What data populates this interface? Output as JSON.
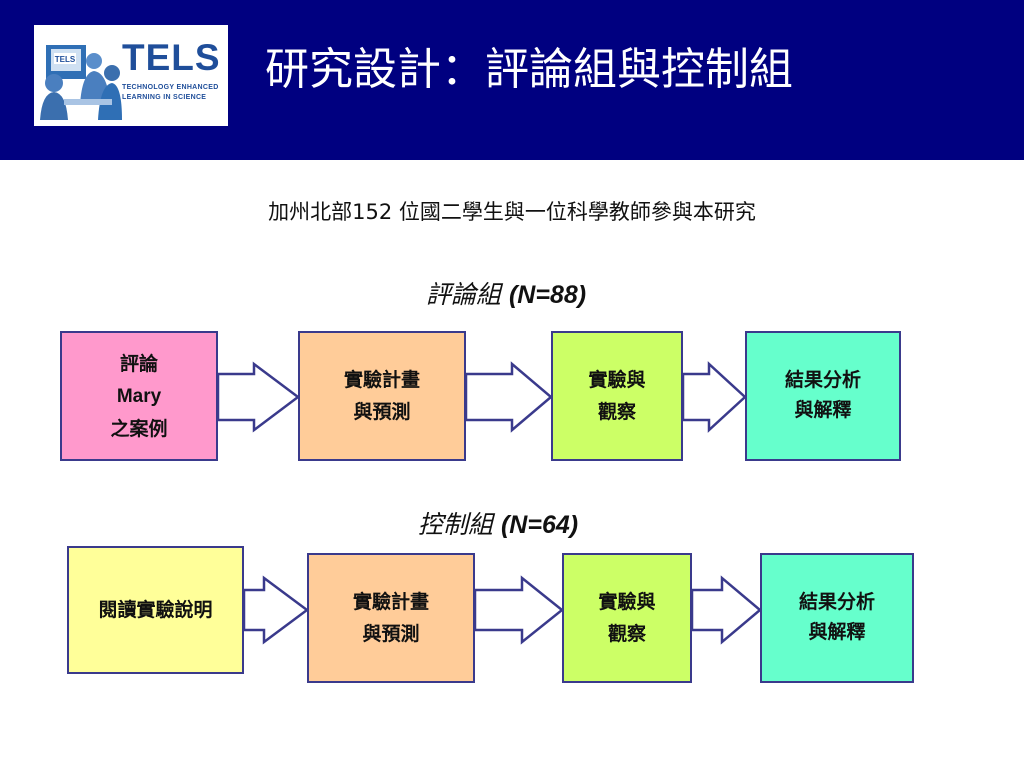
{
  "header": {
    "title": "研究設計：評論組與控制組",
    "logo": {
      "wordmark": "TELS",
      "tagline_lines": [
        "TECHNOLOGY ENHANCED",
        "LEARNING IN SCIENCE"
      ],
      "badge": "TELS"
    }
  },
  "intro": "加州北部152 位國二學生與一位科學教師參與本研究",
  "groups": [
    {
      "label": "評論組",
      "n": "(N=88)",
      "steps": [
        {
          "lines": [
            "評論",
            "Mary",
            "之案例"
          ],
          "color": "#ff99cc"
        },
        {
          "lines": [
            "實驗計畫",
            "與預測"
          ],
          "color": "#ffcc99"
        },
        {
          "lines": [
            "實驗與",
            "觀察"
          ],
          "color": "#ccff66"
        },
        {
          "lines": [
            "結果分析",
            "與解釋"
          ],
          "color": "#66ffcc"
        }
      ]
    },
    {
      "label": "控制組",
      "n": "(N=64)",
      "steps": [
        {
          "lines": [
            "閱讀實驗說明"
          ],
          "color": "#ffff99"
        },
        {
          "lines": [
            "實驗計畫",
            "與預測"
          ],
          "color": "#ffcc99"
        },
        {
          "lines": [
            "實驗與",
            "觀察"
          ],
          "color": "#ccff66"
        },
        {
          "lines": [
            "結果分析",
            "與解釋"
          ],
          "color": "#66ffcc"
        }
      ]
    }
  ],
  "colors": {
    "header_bg": "#000080",
    "border": "#3a3a8c",
    "arrow_fill": "#ffffff"
  }
}
